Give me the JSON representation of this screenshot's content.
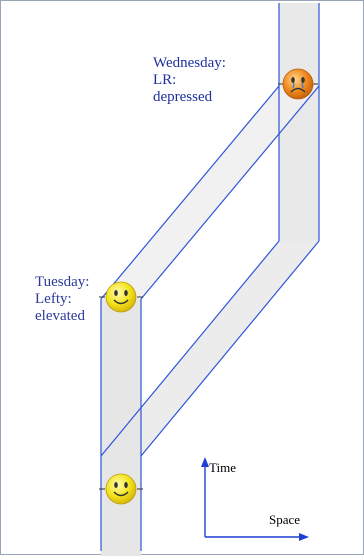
{
  "labels": {
    "wednesday": [
      "Wednesday:",
      "LR:",
      "depressed"
    ],
    "tuesday": [
      "Tuesday:",
      "Lefty:",
      "elevated"
    ],
    "time_axis": "Time",
    "space_axis": "Space"
  },
  "colors": {
    "worldline_stroke": "#2f55d8",
    "worldline_fill": "#e9e9e9",
    "axis": "#1f3fd0",
    "label_text": "#1f2f9e",
    "happy_face": "#f2e21a",
    "sad_face": "#ef8a1e"
  },
  "icons": {
    "happy": "smiley-face-icon",
    "sad": "frowning-face-icon"
  }
}
